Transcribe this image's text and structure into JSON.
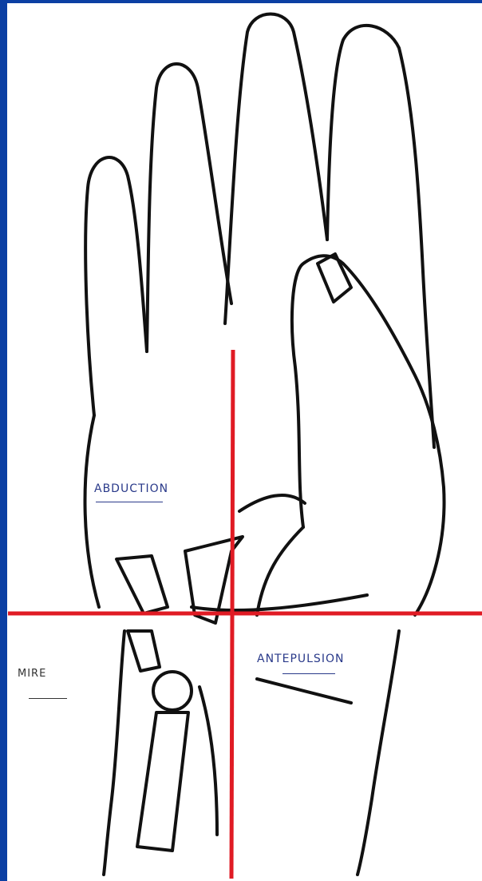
{
  "labels": {
    "abduction": "ABDUCTION",
    "antepulsion": "ANTEPULSION",
    "left_mark": "MIRE"
  },
  "colors": {
    "frame_blue": "#0b3fa3",
    "axis_red": "#e01b24",
    "outline": "#111111",
    "label_ink": "#2a3a8a"
  }
}
